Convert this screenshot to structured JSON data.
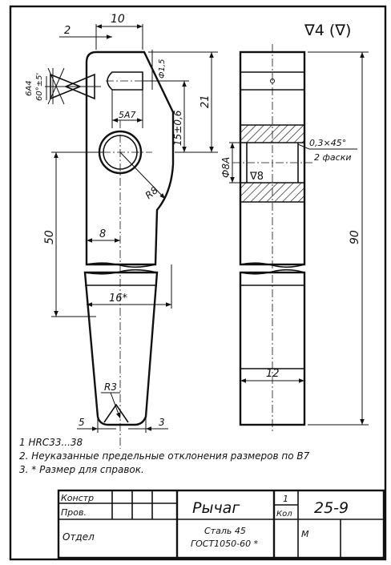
{
  "surface_finish": "∇4 (∇)",
  "dimensions": {
    "d10": "10",
    "d2": "2",
    "phi15": "Ф1,5",
    "d6A4": "6А4",
    "d60deg": "60°±5'",
    "d5A7": "5А7",
    "d21": "21",
    "d15": "15±0,6",
    "r8": "R8",
    "d8": "8",
    "d50": "50",
    "d16": "16*",
    "r3": "R3",
    "d5": "5",
    "d3": "3",
    "chamfer": "0,3×45°",
    "chamfer_note": "2 фаски",
    "phi8a": "Ф8А",
    "finish8": "∇8",
    "d90": "90",
    "d12": "12"
  },
  "notes": [
    "1  HRC33...38",
    "2. Неуказанные предельные отклонения размеров по В7",
    "3. *  Размер для справок."
  ],
  "title_block": {
    "konstr": "Констр",
    "prov": "Пров.",
    "otdel": "Отдел",
    "name": "Рычаг",
    "qty": "1",
    "qty_label": "Кол",
    "number": "25-9",
    "material_line1": "Сталь 45",
    "material_line2": "ГОСТ1050-60 *",
    "scale": "М"
  }
}
